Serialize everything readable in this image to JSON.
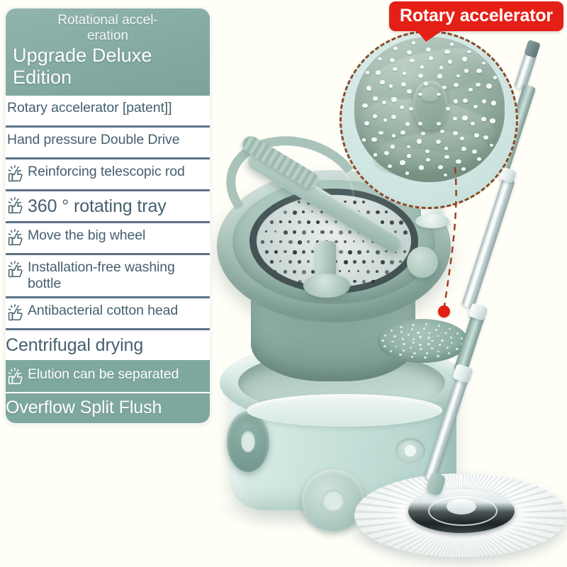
{
  "background_color": "#fffef7",
  "panel": {
    "header": {
      "small_line": "Rotational accel-\neration",
      "big_line": "Upgrade Deluxe\nEdition",
      "gradient_from": "#91b5ad",
      "gradient_to": "#7ba39b"
    },
    "divider_color": "#5d7285",
    "text_color": "#46606f",
    "highlight_color": "#7ea79d",
    "features": [
      {
        "text": "Rotary accelerator [patent]]",
        "icon": "",
        "style": "plain"
      },
      {
        "text": "Hand pressure Double Drive",
        "icon": "",
        "style": "plain"
      },
      {
        "text": "Reinforcing telescopic rod",
        "icon": "thumbs-up-icon",
        "style": "normal"
      },
      {
        "text": "360 ° rotating tray",
        "icon": "thumbs-up-icon",
        "style": "big"
      },
      {
        "text": "Move the big wheel",
        "icon": "thumbs-up-icon",
        "style": "normal"
      },
      {
        "text": "Installation-free washing bottle",
        "icon": "thumbs-up-icon",
        "style": "normal"
      },
      {
        "text": "Antibacterial cotton head",
        "icon": "thumbs-up-icon",
        "style": "normal"
      },
      {
        "text": "Centrifugal drying",
        "icon": "",
        "style": "xl"
      },
      {
        "text": "Elution can be separated",
        "icon": "thumbs-up-icon",
        "style": "highlight"
      },
      {
        "text": "Overflow Split Flush",
        "icon": "",
        "style": "highlight-large"
      }
    ]
  },
  "callout": {
    "label": "Rotary accelerator",
    "color": "#e41f16",
    "text_color": "#ffffff"
  },
  "inset": {
    "name": "rotary-accelerator-detail",
    "border_color": "#8a4a24",
    "fill_color": "#cfe5e2"
  },
  "product": {
    "name": "spin-mop-bucket",
    "body_color": "#c0dcd5",
    "accent_color": "#8fb0a6",
    "mop_head_color": "#ffffff"
  }
}
